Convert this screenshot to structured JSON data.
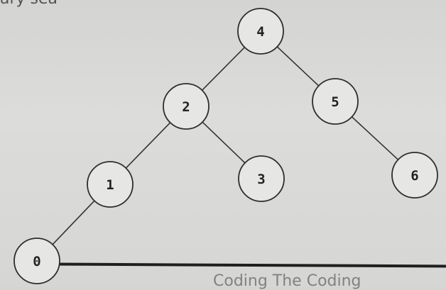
{
  "fragments": {
    "top": "ary sea",
    "bottom": "Coding The Coding"
  },
  "tree": {
    "nodes": [
      {
        "id": "4",
        "label": "4"
      },
      {
        "id": "2",
        "label": "2"
      },
      {
        "id": "5",
        "label": "5"
      },
      {
        "id": "1",
        "label": "1"
      },
      {
        "id": "3",
        "label": "3"
      },
      {
        "id": "6",
        "label": "6"
      },
      {
        "id": "0",
        "label": "0"
      }
    ],
    "edges": [
      {
        "from": "4",
        "to": "2"
      },
      {
        "from": "4",
        "to": "5"
      },
      {
        "from": "2",
        "to": "1"
      },
      {
        "from": "2",
        "to": "3"
      },
      {
        "from": "5",
        "to": "6"
      },
      {
        "from": "1",
        "to": "0"
      }
    ]
  }
}
